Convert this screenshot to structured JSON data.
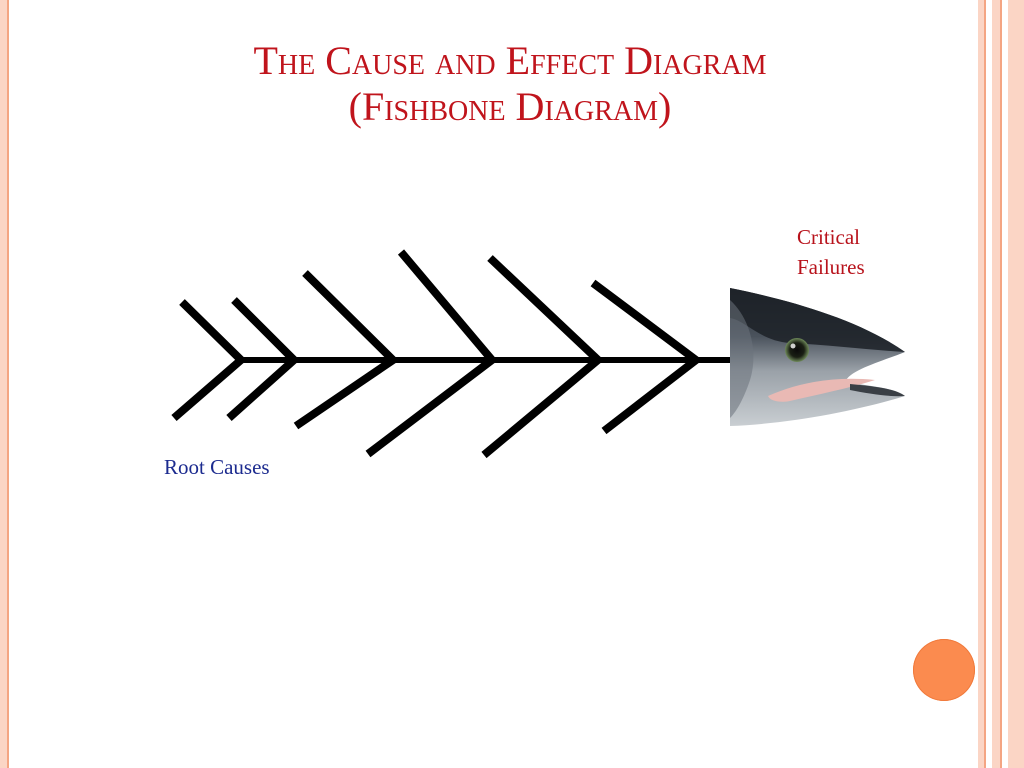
{
  "slide": {
    "title_line1": "The Cause and Effect Diagram",
    "title_line2": "(Fishbone Diagram)"
  },
  "diagram": {
    "effect_label_line1": "Critical",
    "effect_label_line2": "Failures",
    "root_label": "Root Causes"
  },
  "colors": {
    "title": "#c0141c",
    "effect_label": "#b8121b",
    "root_label": "#1c2b8f",
    "accent_orange": "#fb8b4f",
    "frame_peach": "#fbd5c5"
  }
}
